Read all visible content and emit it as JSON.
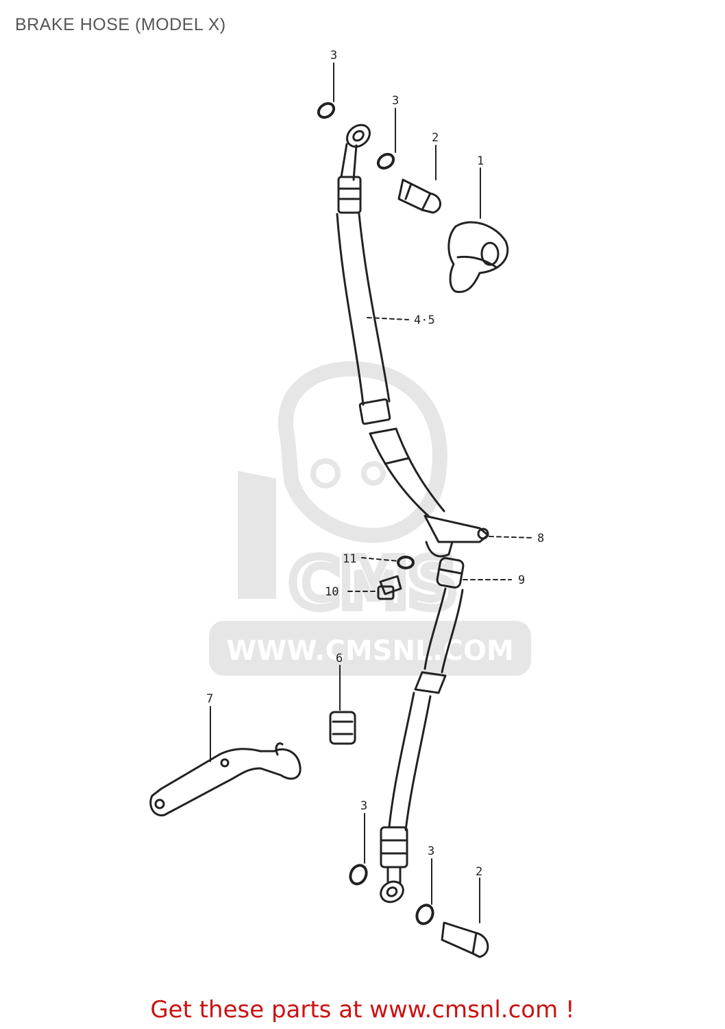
{
  "title": "BRAKE HOSE (MODEL X)",
  "watermark": {
    "brand": "CMS",
    "url": "WWW.CMSNL.COM"
  },
  "callouts": {
    "c1": "1",
    "c2_top": "2",
    "c3_top_left": "3",
    "c3_top_right": "3",
    "c45": "4·5",
    "c6_mid": "6",
    "c7": "7",
    "c8": "8",
    "c9": "9",
    "c10": "10",
    "c11": "11",
    "c3_bottom_left": "3",
    "c3_bottom_right": "3",
    "c2_bottom": "2"
  },
  "footer": "Get these parts at www.cmsnl.com !",
  "colors": {
    "ink": "#222222",
    "watermark": "#e6e6e6",
    "footer": "#cc1111"
  }
}
